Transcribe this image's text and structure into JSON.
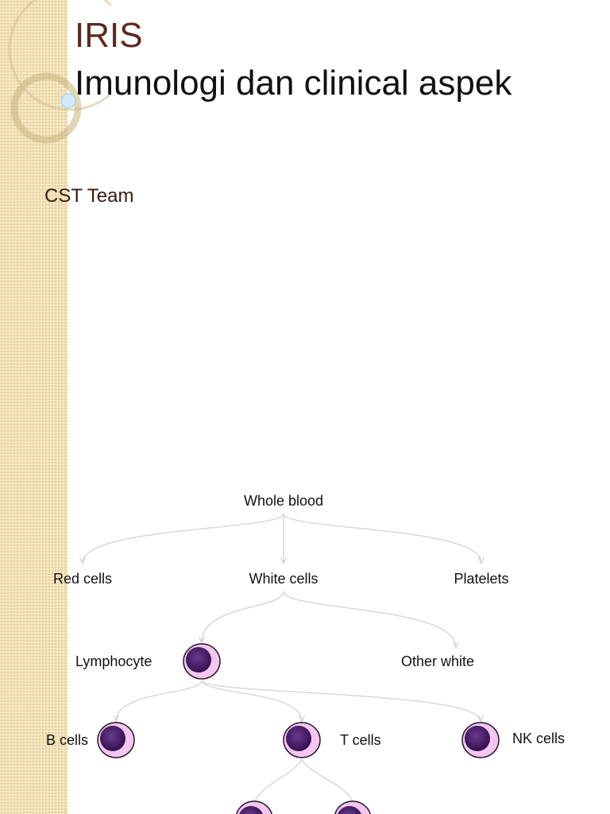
{
  "slide": {
    "title": "IRIS",
    "subtitle": "Imunologi dan clinical aspek",
    "author": "CST Team"
  },
  "diagram": {
    "nodes": [
      {
        "id": "whole-blood",
        "label": "Whole blood"
      },
      {
        "id": "red-cells",
        "label": "Red cells"
      },
      {
        "id": "white-cells",
        "label": "White cells"
      },
      {
        "id": "platelets",
        "label": "Platelets"
      },
      {
        "id": "lymphocyte",
        "label": "Lymphocyte"
      },
      {
        "id": "other-white",
        "label": "Other white"
      },
      {
        "id": "b-cells",
        "label": "B cells"
      },
      {
        "id": "t-cells",
        "label": "T cells"
      },
      {
        "id": "nk-cells",
        "label": "NK cells"
      }
    ],
    "edges": [
      [
        "whole-blood",
        "red-cells"
      ],
      [
        "whole-blood",
        "white-cells"
      ],
      [
        "whole-blood",
        "platelets"
      ],
      [
        "white-cells",
        "lymphocyte"
      ],
      [
        "white-cells",
        "other-white"
      ],
      [
        "lymphocyte",
        "b-cells"
      ],
      [
        "lymphocyte",
        "t-cells"
      ],
      [
        "lymphocyte",
        "nk-cells"
      ]
    ],
    "colors": {
      "cell_outer": "#f4c6f0",
      "cell_nucleus": "#4a1a6e",
      "edge": "#d8d8d8"
    }
  }
}
